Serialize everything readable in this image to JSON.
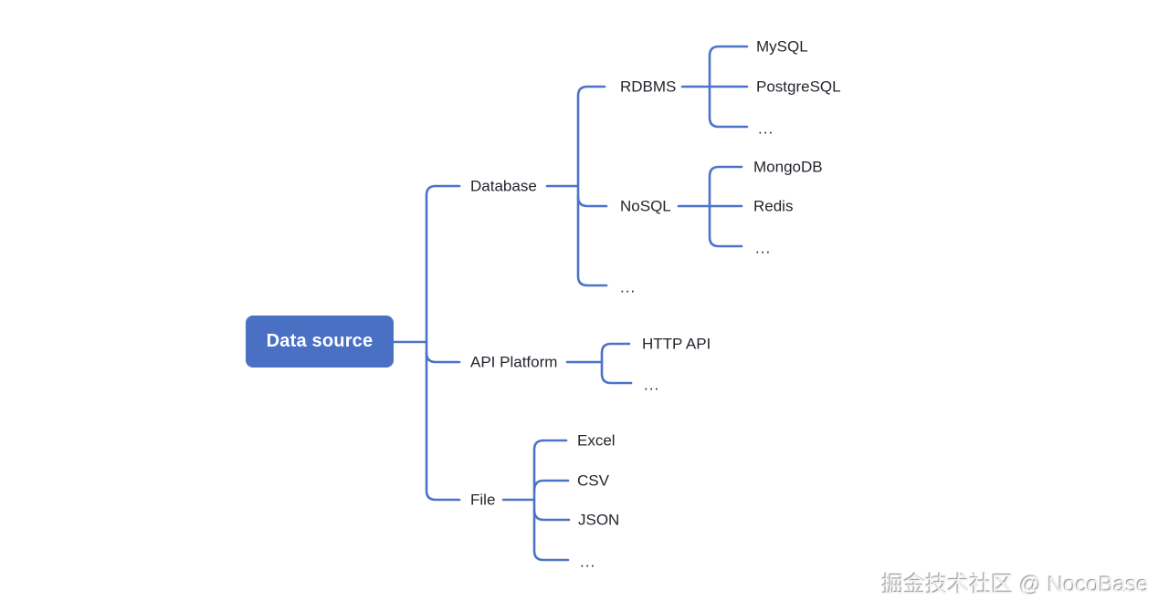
{
  "tree": {
    "label": "Data source",
    "children": [
      {
        "label": "Database",
        "children": [
          {
            "label": "RDBMS",
            "children": [
              {
                "label": "MySQL"
              },
              {
                "label": "PostgreSQL"
              },
              {
                "label": "..."
              }
            ]
          },
          {
            "label": "NoSQL",
            "children": [
              {
                "label": "MongoDB"
              },
              {
                "label": "Redis"
              },
              {
                "label": "..."
              }
            ]
          },
          {
            "label": "..."
          }
        ]
      },
      {
        "label": "API Platform",
        "children": [
          {
            "label": "HTTP API"
          },
          {
            "label": "..."
          }
        ]
      },
      {
        "label": "File",
        "children": [
          {
            "label": "Excel"
          },
          {
            "label": "CSV"
          },
          {
            "label": "JSON"
          },
          {
            "label": "..."
          }
        ]
      }
    ]
  },
  "watermark": {
    "text": "掘金技术社区 @ NocoBase"
  },
  "colors": {
    "accent": "#4C73C8",
    "node_fill": "#4A70C4",
    "node_text": "#FFFFFF",
    "label_text": "#22252C",
    "watermark_text": "#F2F2F2",
    "watermark_shadow": "#8F8F8F",
    "background": "#FFFFFF"
  }
}
